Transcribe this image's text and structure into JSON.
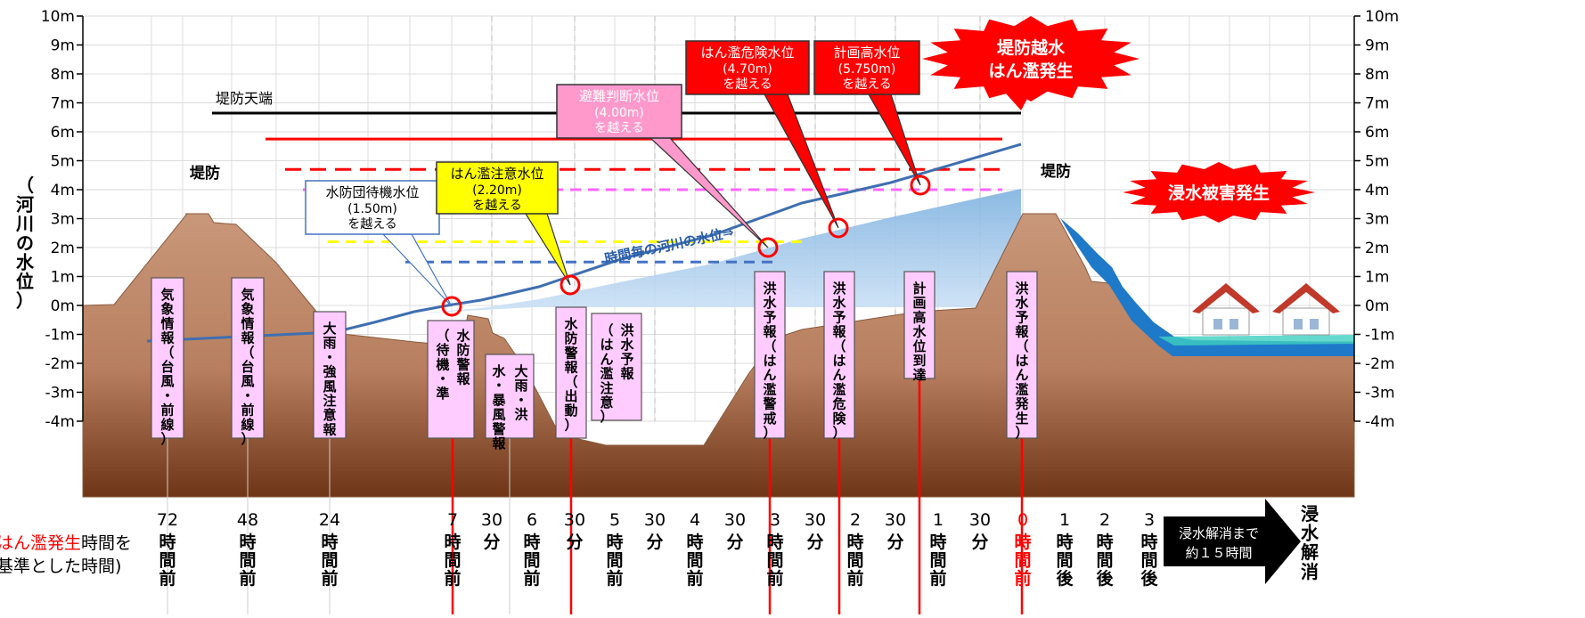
{
  "y_axis": {
    "title": "（河川の水位）",
    "ticks": [
      "10m",
      "9m",
      "8m",
      "7m",
      "6m",
      "5m",
      "4m",
      "3m",
      "2m",
      "1m",
      "0m",
      "-1m",
      "-2m",
      "-3m",
      "-4m"
    ]
  },
  "levee_crown_label": "堤防天端",
  "levee_labels": [
    "堤防",
    "堤防"
  ],
  "curve_label": "時間毎の河川の水位⇒",
  "levels": [
    {
      "id": "standby",
      "title": "水防団待機水位",
      "value": "(1.50m)",
      "suffix": "を越える",
      "line_color": "#4472c4",
      "box_fill": "#ffffff",
      "text_color": "#000000"
    },
    {
      "id": "caution",
      "title": "はん濫注意水位",
      "value": "(2.20m)",
      "suffix": "を越える",
      "line_color": "#ffff00",
      "box_fill": "#ffff00",
      "text_color": "#000000"
    },
    {
      "id": "evacuation",
      "title": "避難判断水位",
      "value": "(4.00m)",
      "suffix": "を越える",
      "line_color": "#ff66ff",
      "box_fill": "#ff99cc",
      "text_color": "#ffffff"
    },
    {
      "id": "danger",
      "title": "はん濫危険水位",
      "value": "(4.70m)",
      "suffix": "を越える",
      "line_color": "#ff0000",
      "box_fill": "#ff0000",
      "text_color": "#ffffff"
    },
    {
      "id": "plan",
      "title": "計画高水位",
      "value": "(5.750m)",
      "suffix": "を越える",
      "line_color": "#ff0000",
      "box_fill": "#ff0000",
      "text_color": "#ffffff"
    }
  ],
  "bursts": [
    {
      "line1": "堤防越水",
      "line2": "はん濫発生"
    },
    {
      "line1": "浸水被害発生",
      "line2": ""
    }
  ],
  "warnings": [
    "気象情報（台風・前線）",
    "気象情報（台風・前線）",
    "大雨・強風注意報",
    "水防警報（待機・準備）",
    "大雨・洪水・暴風警報",
    "水防警報（出動）",
    "洪水予報（はん濫注意）",
    "洪水予報（はん濫警戒）",
    "洪水予報（はん濫危険）",
    "計画高水位到達",
    "洪水予報（はん濫発生）"
  ],
  "timeline": {
    "caption_line1_red": "はん濫発生",
    "caption_line1_rest": "時間を",
    "caption_line2": "基準とした時間)",
    "ticks": [
      {
        "num": "72",
        "unit": "時間前",
        "color": "#000000"
      },
      {
        "num": "48",
        "unit": "時間前",
        "color": "#000000"
      },
      {
        "num": "24",
        "unit": "時間前",
        "color": "#000000"
      },
      {
        "num": "7",
        "unit": "時間前",
        "color": "#000000"
      },
      {
        "num": "30",
        "unit": "分",
        "color": "#000000"
      },
      {
        "num": "6",
        "unit": "時間前",
        "color": "#000000"
      },
      {
        "num": "30",
        "unit": "分",
        "color": "#000000"
      },
      {
        "num": "5",
        "unit": "時間前",
        "color": "#000000"
      },
      {
        "num": "30",
        "unit": "分",
        "color": "#000000"
      },
      {
        "num": "4",
        "unit": "時間前",
        "color": "#000000"
      },
      {
        "num": "30",
        "unit": "分",
        "color": "#000000"
      },
      {
        "num": "3",
        "unit": "時間前",
        "color": "#000000"
      },
      {
        "num": "30",
        "unit": "分",
        "color": "#000000"
      },
      {
        "num": "2",
        "unit": "時間前",
        "color": "#000000"
      },
      {
        "num": "30",
        "unit": "分",
        "color": "#000000"
      },
      {
        "num": "1",
        "unit": "時間前",
        "color": "#000000"
      },
      {
        "num": "30",
        "unit": "分",
        "color": "#000000"
      },
      {
        "num": "0",
        "unit": "時間前",
        "color": "#ff0000"
      },
      {
        "num": "1",
        "unit": "時間後",
        "color": "#000000"
      },
      {
        "num": "2",
        "unit": "時間後",
        "color": "#000000"
      },
      {
        "num": "3",
        "unit": "時間後",
        "color": "#000000"
      }
    ],
    "arrow_line1": "浸水解消まで",
    "arrow_line2": "約１５時間",
    "end_label": "浸水解消"
  }
}
